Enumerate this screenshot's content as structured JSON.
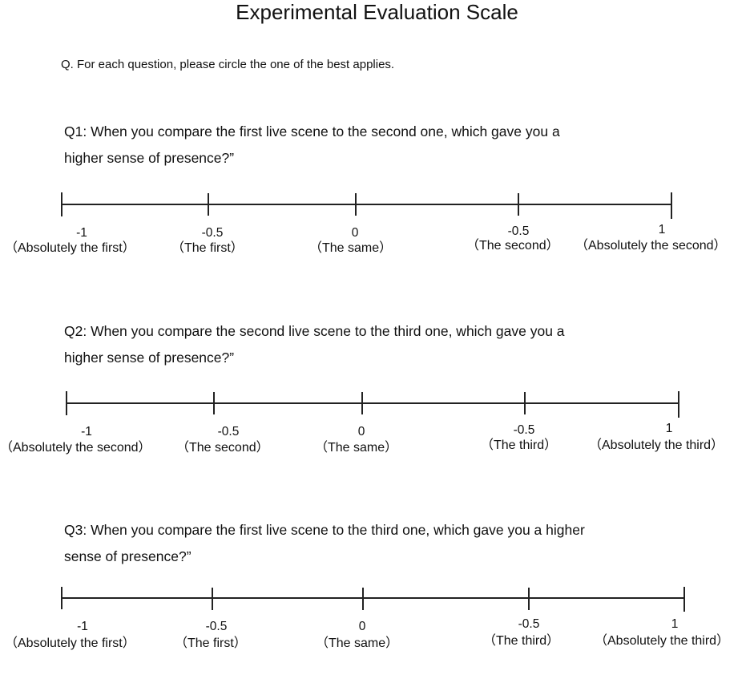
{
  "title": "Experimental Evaluation Scale",
  "instruction": "Q. For each question, please circle the one of the best applies.",
  "questions": [
    {
      "id": "Q1",
      "line1": "Q1: When you compare the first live scene to the second one, which gave you a",
      "line2": "higher sense of presence?”",
      "points": [
        {
          "value": "-1",
          "label": "（Absolutely the first）"
        },
        {
          "value": "-0.5",
          "label": "（The first）"
        },
        {
          "value": "0",
          "label": "（The same）"
        },
        {
          "value": "-0.5",
          "label": "（The second）"
        },
        {
          "value": "1",
          "label": "（Absolutely the second）"
        }
      ]
    },
    {
      "id": "Q2",
      "line1": "Q2: When you compare the second live scene to the third one, which gave you a",
      "line2": "higher sense of presence?”",
      "points": [
        {
          "value": "-1",
          "label": "（Absolutely the second）"
        },
        {
          "value": "-0.5",
          "label": "（The second）"
        },
        {
          "value": "0",
          "label": "（The same）"
        },
        {
          "value": "-0.5",
          "label": "（The third）"
        },
        {
          "value": "1",
          "label": "（Absolutely the third）"
        }
      ]
    },
    {
      "id": "Q3",
      "line1": "Q3: When you compare the first live scene to the third one, which gave you a higher",
      "line2": "sense of presence?”",
      "points": [
        {
          "value": "-1",
          "label": "（Absolutely the first）"
        },
        {
          "value": "-0.5",
          "label": "（The first）"
        },
        {
          "value": "0",
          "label": "（The same）"
        },
        {
          "value": "-0.5",
          "label": "（The third）"
        },
        {
          "value": "1",
          "label": "（Absolutely the third）"
        }
      ]
    }
  ]
}
